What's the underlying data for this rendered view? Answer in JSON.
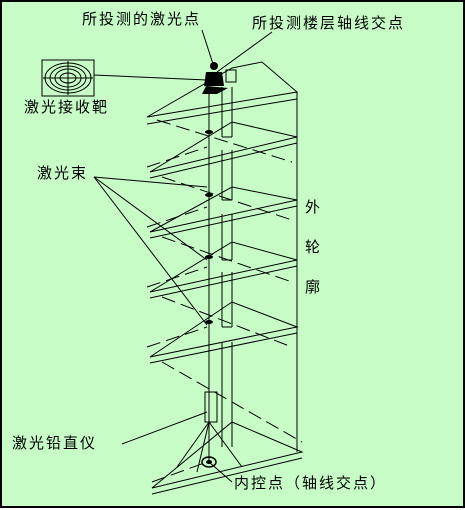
{
  "labels": {
    "measured_laser_point": "所投测的激光点",
    "floor_axis_intersection": "所投测楼层轴线交点",
    "laser_receiver_target": "激光接收靶",
    "laser_beam": "激光束",
    "outer_contour": [
      "外",
      "轮",
      "廓"
    ],
    "laser_plumb": "激光铅直仪",
    "inner_control_point": "内控点（轴线交点）"
  },
  "colors": {
    "background": "#c7fcc7",
    "line": "#000000"
  }
}
